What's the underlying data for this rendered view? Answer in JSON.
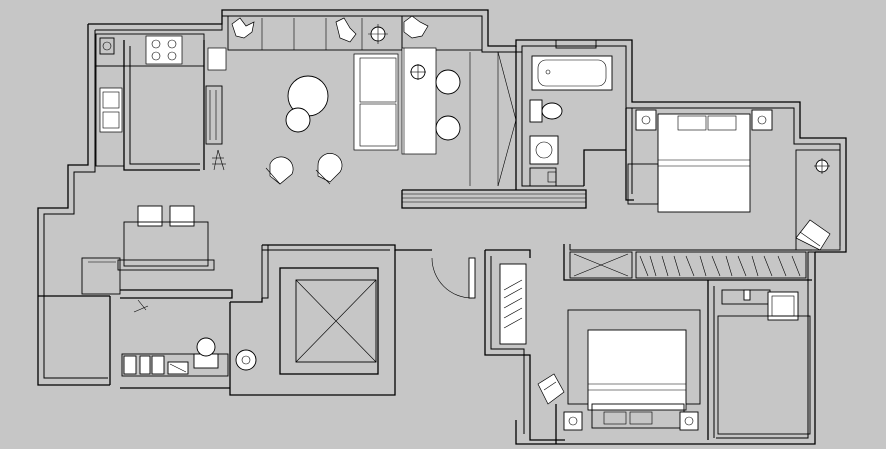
{
  "drawing": {
    "background_color": "#c6c6c6",
    "line_color": "#000000",
    "fixture_fill": "#ffffff"
  },
  "rooms": [
    "kitchen",
    "living-dining",
    "dining-nook",
    "bathroom",
    "master-bedroom",
    "entry",
    "stair-void",
    "secondary-bedroom",
    "study",
    "storage-wardrobe"
  ],
  "icons": [
    "stove-icon",
    "sink-icon",
    "toilet-icon",
    "bathtub-icon",
    "washbasin-icon",
    "bed-icon",
    "armchair-icon",
    "round-table-icon",
    "sofa-icon",
    "plant-icon",
    "lamp-icon",
    "shelf-icon",
    "door-swing-icon",
    "void-cross-icon"
  ]
}
